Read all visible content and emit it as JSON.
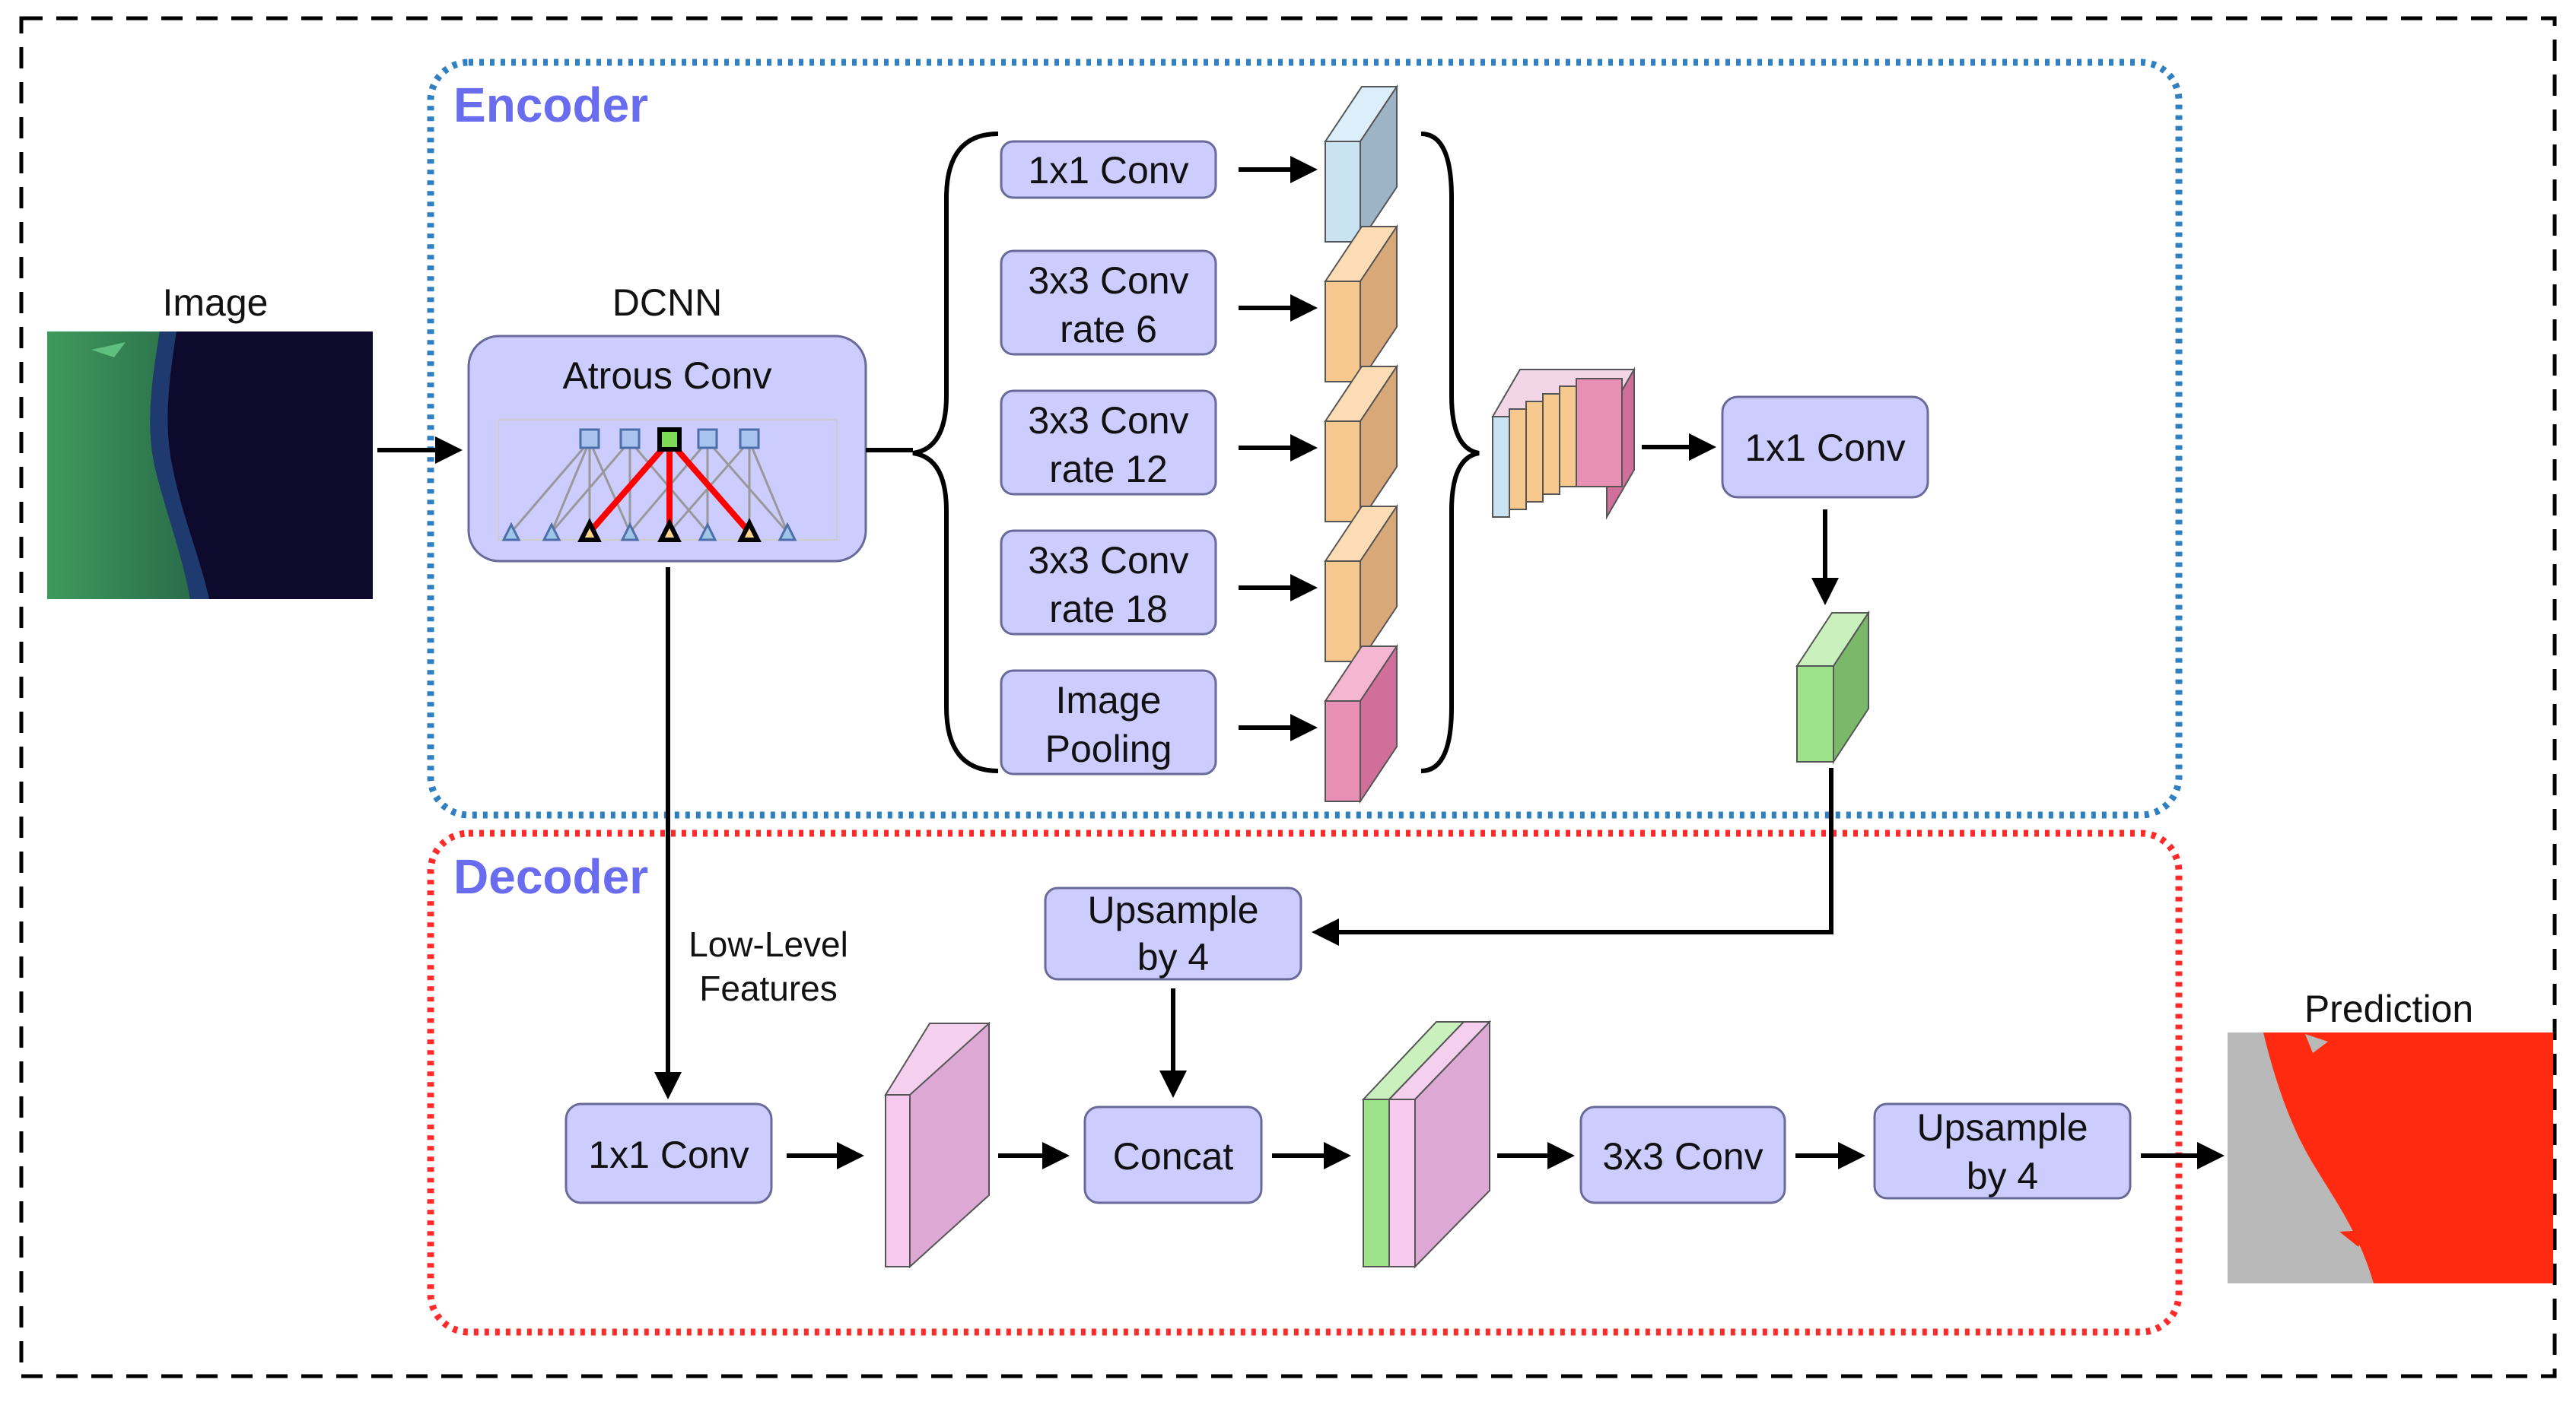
{
  "labels": {
    "image": "Image",
    "dcnn": "DCNN",
    "atrous": "Atrous Conv",
    "encoder": "Encoder",
    "decoder": "Decoder",
    "aspp_1": [
      "1x1 Conv"
    ],
    "aspp_2": [
      "3x3 Conv",
      "rate 6"
    ],
    "aspp_3": [
      "3x3 Conv",
      "rate 12"
    ],
    "aspp_4": [
      "3x3 Conv",
      "rate 18"
    ],
    "aspp_5": [
      "Image",
      "Pooling"
    ],
    "enc_conv": "1x1 Conv",
    "upsample1": [
      "Upsample",
      "by 4"
    ],
    "low_level": [
      "Low-Level",
      "Features"
    ],
    "dec_conv1": "1x1 Conv",
    "concat": "Concat",
    "dec_conv3": "3x3 Conv",
    "upsample2": [
      "Upsample",
      "by 4"
    ],
    "prediction": "Prediction"
  },
  "colors": {
    "box_fill": "#ccccff",
    "encoder_border": "#2f7fc1",
    "decoder_border": "#ff2a2a",
    "section_title": "#6a6cf0",
    "block_blue": "#c9e3f2",
    "block_orange": "#f7c88e",
    "block_pink": "#e88fb5",
    "block_green": "#9ee28a",
    "block_light_pink": "#f6c9ee",
    "prediction_red": "#ff2a0f",
    "prediction_gray": "#b9b9b9"
  }
}
